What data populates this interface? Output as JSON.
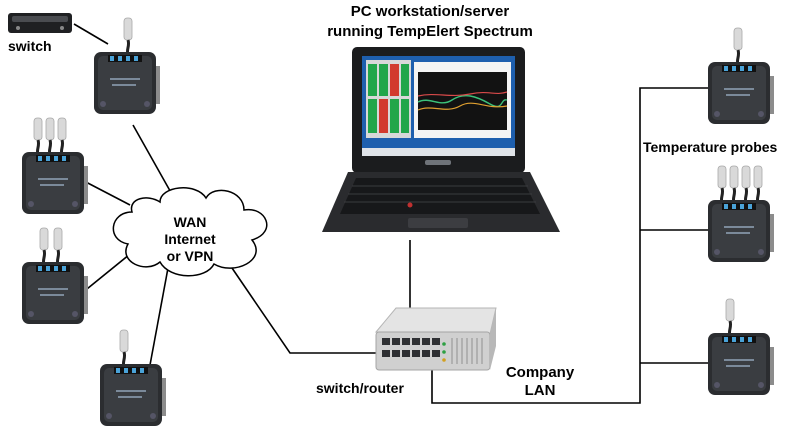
{
  "labels": {
    "switch": "switch",
    "pc_title_line1": "PC workstation/server",
    "pc_title_line2": "running TempElert Spectrum",
    "wan_line1": "WAN",
    "wan_line2": "Internet",
    "wan_line3": "or VPN",
    "temperature_probes": "Temperature probes",
    "router": "switch/router",
    "lan_line1": "Company",
    "lan_line2": "LAN"
  },
  "colors": {
    "line": "#000000",
    "device_body": "#2b2d30",
    "probe": "#d9d9d9",
    "screen_green": "#22a64a",
    "screen_red": "#d23a2e",
    "desktop_blue": "#1e5fae"
  },
  "icons": [
    "door-switch-icon",
    "temperature-monitor-icon",
    "laptop-icon",
    "cloud-icon",
    "network-switch-icon"
  ]
}
